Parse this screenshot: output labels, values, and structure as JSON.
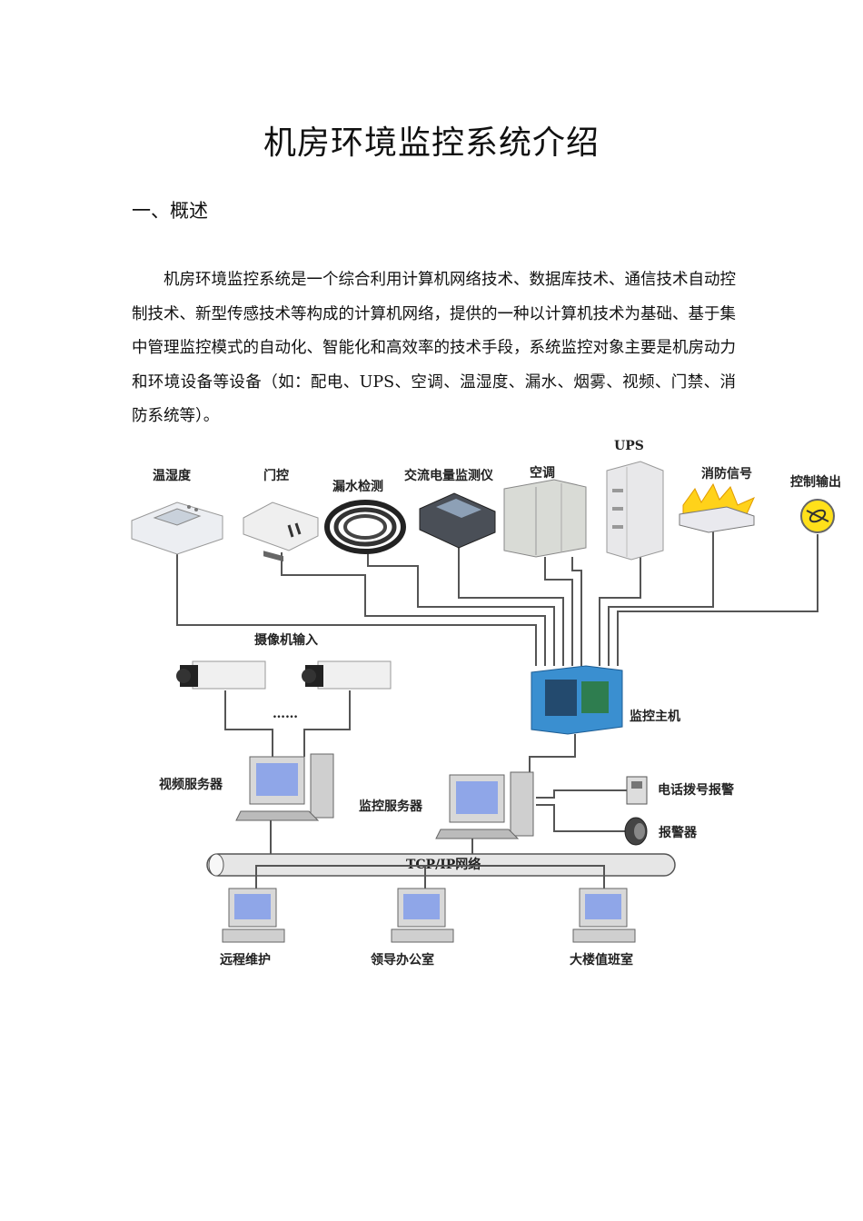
{
  "title": "机房环境监控系统介绍",
  "section": "一、概述",
  "paragraph": "机房环境监控系统是一个综合利用计算机网络技术、数据库技术、通信技术自动控制技术、新型传感技术等构成的计算机网络，提供的一种以计算机技术为基础、基于集中管理监控模式的自动化、智能化和高效率的技术手段，系统监控对象主要是机房动力和环境设备等设备（如：配电、UPS、空调、温湿度、漏水、烟雾、视频、门禁、消防系统等）。",
  "diagram": {
    "labels": {
      "temp": "温湿度",
      "door": "门控",
      "leak": "漏水检测",
      "meter": "交流电量监测仪",
      "ac": "空调",
      "ups": "UPS",
      "fire": "消防信号",
      "output": "控制输出",
      "camera_input": "摄像机输入",
      "dots": "……",
      "video_server": "视频服务器",
      "monitor_host": "监控主机",
      "monitor_server": "监控服务器",
      "phone_alarm": "电话拨号报警",
      "alarm": "报警器",
      "network": "TCP/IP网络",
      "remote": "远程维护",
      "leader": "领导办公室",
      "duty": "大楼值班室"
    }
  }
}
